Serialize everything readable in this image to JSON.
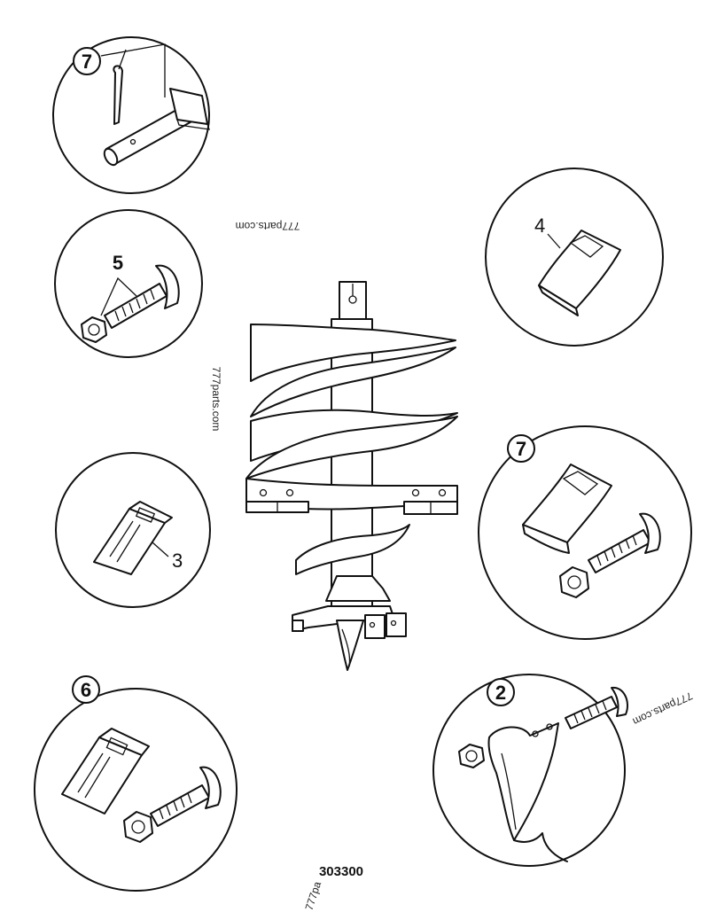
{
  "diagram": {
    "drawing_number": "303300",
    "watermark": "777parts.com",
    "watermark_partial": "777pa",
    "callouts": {
      "c7_top": "7",
      "c5": "5",
      "c4": "4",
      "c3": "3",
      "c7_right": "7",
      "c6": "6",
      "c2": "2"
    }
  }
}
